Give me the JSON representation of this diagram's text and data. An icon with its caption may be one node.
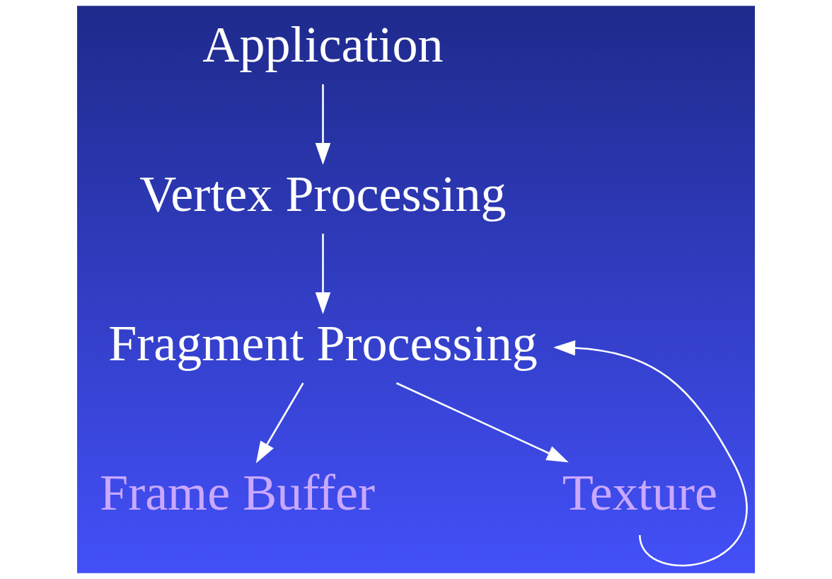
{
  "diagram": {
    "nodes": [
      {
        "text": [
          "Application"
        ]
      },
      {
        "text": [
          "Vertex Processing"
        ]
      },
      {
        "text": [
          "Fragment Processing"
        ]
      },
      {
        "text": [
          "Frame Buffer"
        ]
      },
      {
        "text": [
          "Texture"
        ]
      }
    ],
    "edges": [
      {
        "from": 0,
        "to": 1,
        "arrow": "to"
      },
      {
        "from": 1,
        "to": 2,
        "arrow": "to"
      },
      {
        "from": 2,
        "to": 3,
        "arrow": "to"
      },
      {
        "from": 2,
        "to": 4,
        "arrow": "to"
      },
      {
        "from": 4,
        "to": 2,
        "arrow": "to"
      }
    ]
  }
}
